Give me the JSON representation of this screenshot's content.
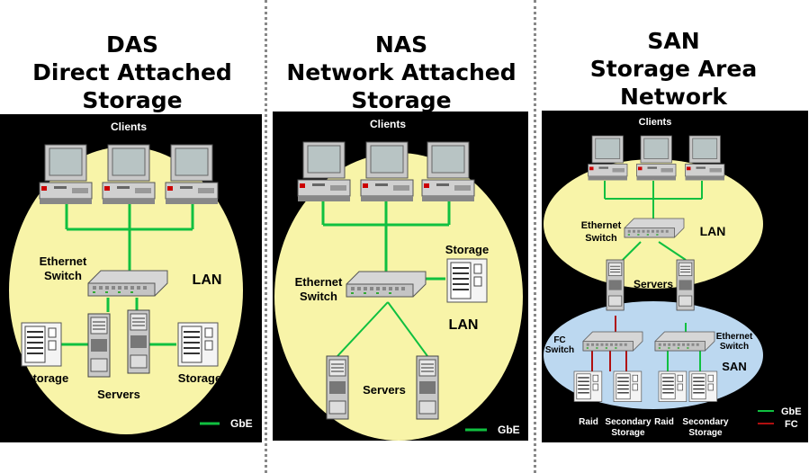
{
  "das": {
    "title_line1": "DAS",
    "title_line2": "Direct Attached",
    "title_line3": "Storage",
    "clients": "Clients",
    "switch_line1": "Ethernet",
    "switch_line2": "Switch",
    "lan": "LAN",
    "servers": "Servers",
    "storage_left": "Storage",
    "storage_right": "Storage",
    "legend": "GbE"
  },
  "nas": {
    "title_line1": "NAS",
    "title_line2": "Network Attached",
    "title_line3": "Storage",
    "clients": "Clients",
    "switch_line1": "Ethernet",
    "switch_line2": "Switch",
    "storage": "Storage",
    "lan": "LAN",
    "servers": "Servers",
    "legend": "GbE"
  },
  "san": {
    "title_line1": "SAN",
    "title_line2": "Storage Area",
    "title_line3": "Network",
    "clients": "Clients",
    "switch_line1": "Ethernet",
    "switch_line2": "Switch",
    "lan": "LAN",
    "servers": "Servers",
    "fc_switch_line1": "FC",
    "fc_switch_line2": "Switch",
    "eth_switch2_line1": "Ethernet",
    "eth_switch2_line2": "Switch",
    "san": "SAN",
    "raid1": "Raid",
    "secondary1_line1": "Secondary",
    "secondary1_line2": "Storage",
    "raid2": "Raid",
    "secondary2_line1": "Secondary",
    "secondary2_line2": "Storage",
    "legend_gbe": "GbE",
    "legend_fc": "FC"
  },
  "colors": {
    "gbe_line": "#10c040",
    "fc_line": "#b01010",
    "lan_ellipse": "#f8f4a8",
    "san_ellipse": "#bcd8f0",
    "panel_bg": "#000000"
  }
}
